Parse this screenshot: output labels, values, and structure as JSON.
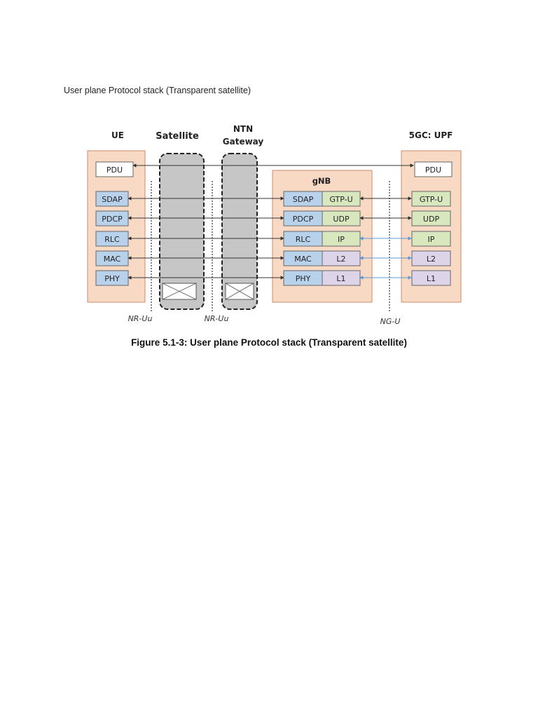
{
  "page": {
    "heading": "User plane Protocol stack (Transparent satellite)",
    "caption": "Figure 5.1-3: User plane Protocol stack (Transparent satellite)"
  },
  "diagram": {
    "ue": {
      "label": "UE",
      "layers": [
        "PDU",
        "SDAP",
        "PDCP",
        "RLC",
        "MAC",
        "PHY"
      ]
    },
    "satellite": {
      "label": "Satellite"
    },
    "ntn_gateway": {
      "line1": "NTN",
      "line2": "Gateway"
    },
    "gnb": {
      "label": "gNB",
      "left_layers": [
        "SDAP",
        "PDCP",
        "RLC",
        "MAC",
        "PHY"
      ],
      "right_layers": [
        "GTP-U",
        "UDP",
        "IP",
        "L2",
        "L1"
      ]
    },
    "upf": {
      "label": "5GC: UPF",
      "layers": [
        "PDU",
        "GTP-U",
        "UDP",
        "IP",
        "L2",
        "L1"
      ]
    },
    "interfaces": {
      "nr_uu_1": "NR-Uu",
      "nr_uu_2": "NR-Uu",
      "ng_u": "NG-U"
    }
  },
  "colors": {
    "node_fill": "#f8d9c4",
    "node_border": "#c88c6c",
    "blue_layer": "#b9d2ec",
    "green_layer": "#d8e7be",
    "purple_layer": "#ddd4ea",
    "relay_fill": "#c6c6c6"
  }
}
